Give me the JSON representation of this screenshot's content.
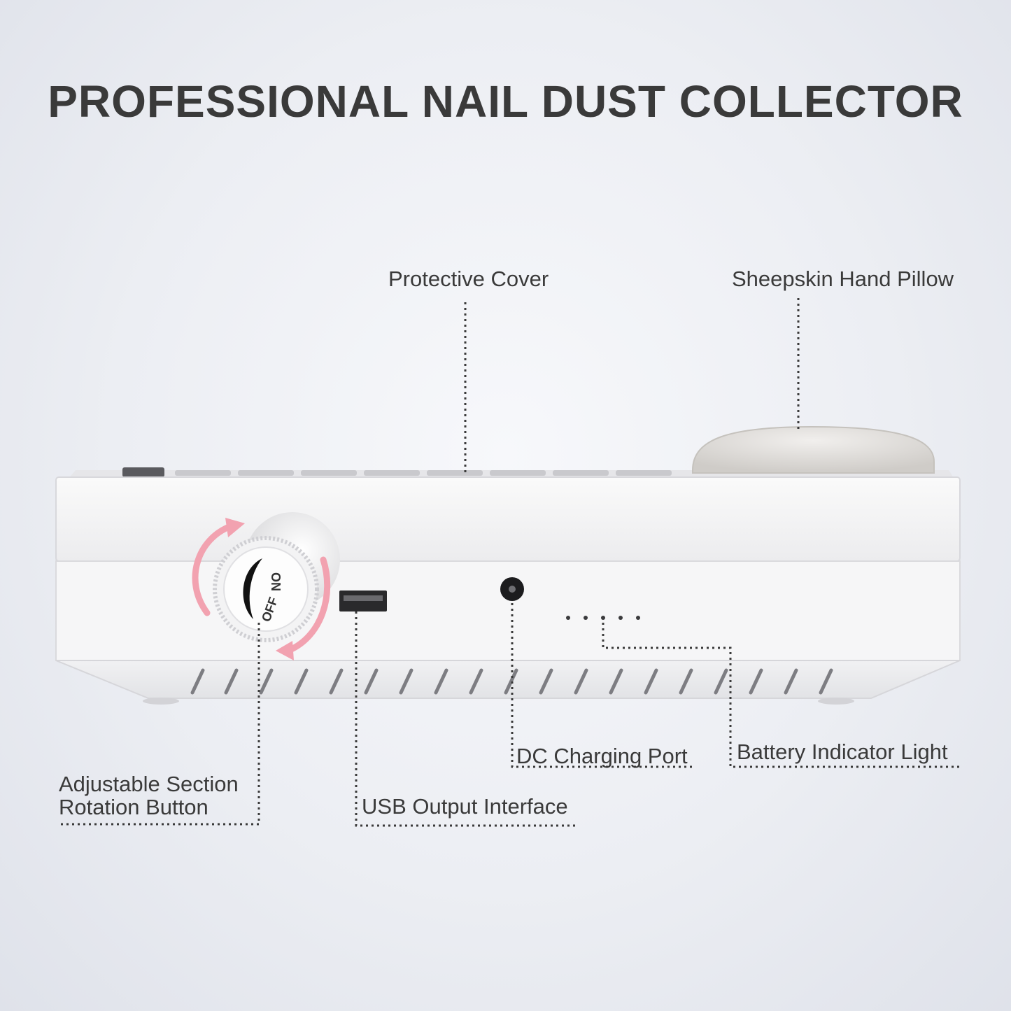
{
  "title": "PROFESSIONAL NAIL DUST COLLECTOR",
  "callouts": {
    "protective_cover": "Protective Cover",
    "hand_pillow": "Sheepskin Hand Pillow",
    "rotation_button": "Adjustable Section\nRotation Button",
    "usb_output": "USB Output Interface",
    "dc_port": "DC Charging Port",
    "battery_light": "Battery Indicator Light"
  },
  "knob": {
    "on_label": "ON",
    "off_label": "OFF"
  },
  "colors": {
    "text": "#3a3a3a",
    "arrow": "#f2a2b0",
    "device": "#f4f4f5",
    "pillow": "#e6e4e2"
  },
  "icons": {
    "rotation": "curved-arrow-icon",
    "usb": "usb-port-icon",
    "dc": "dc-jack-icon",
    "battery": "led-dots-icon"
  }
}
